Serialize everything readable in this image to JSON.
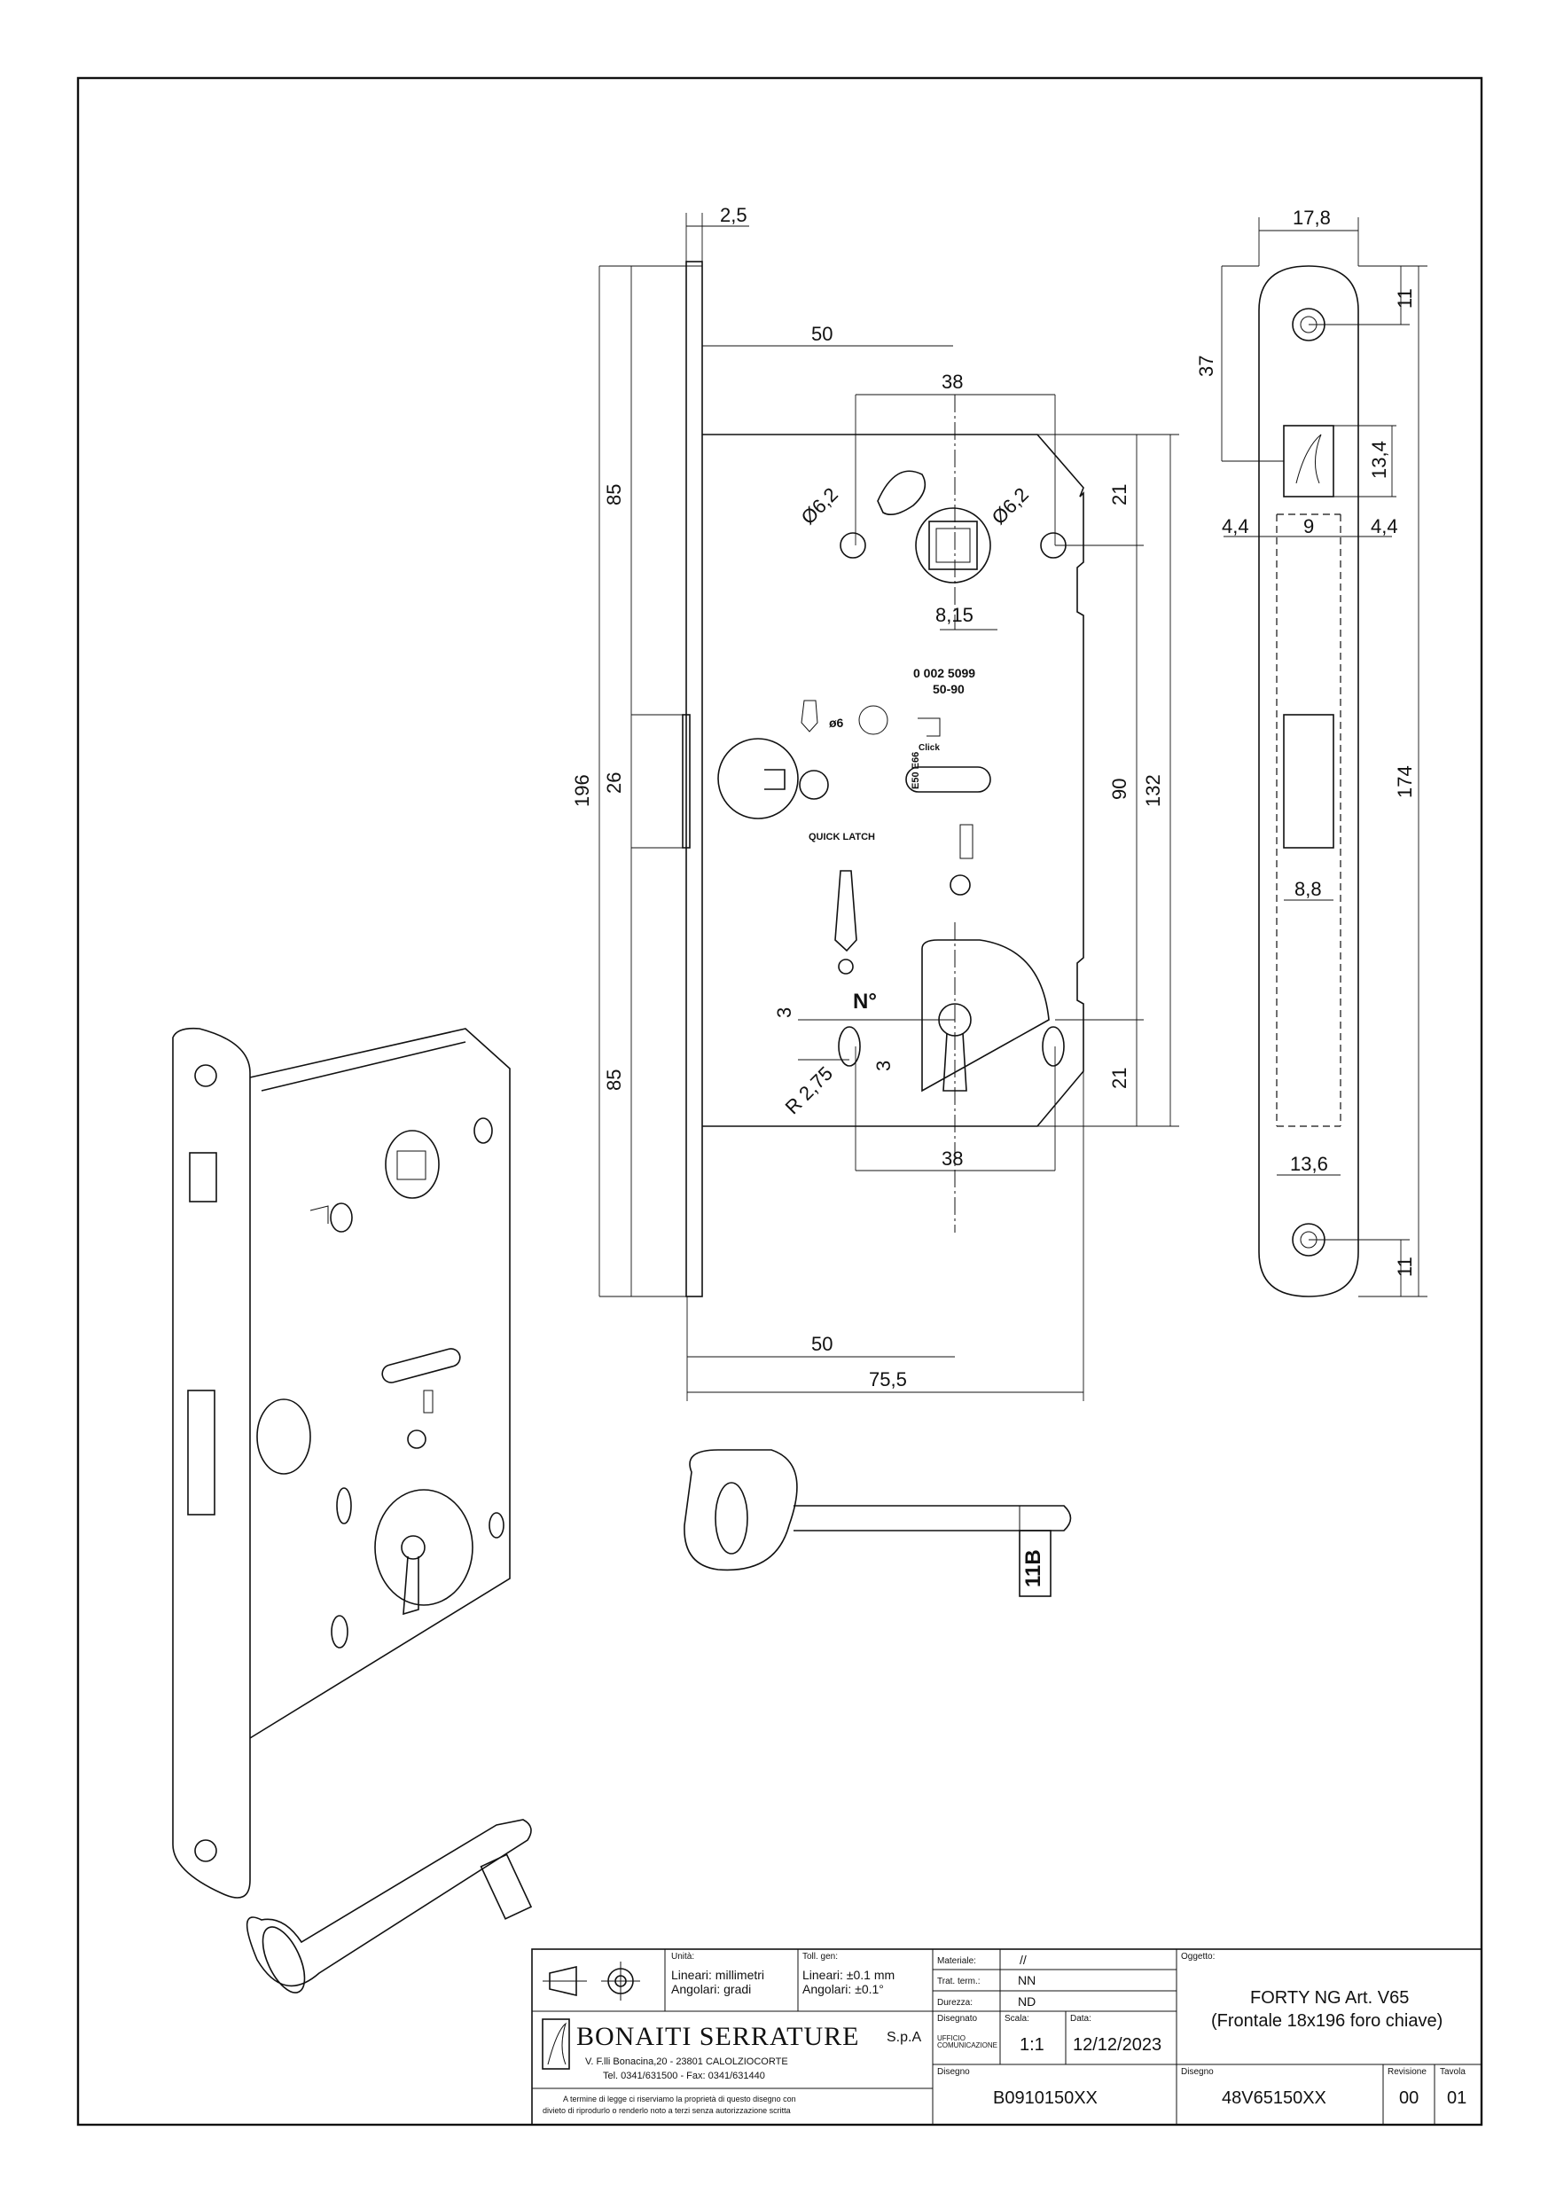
{
  "dimensions": {
    "d_2_5": "2,5",
    "d_50_top": "50",
    "d_38_top": "38",
    "d_phi62_left": "Ø6,2",
    "d_phi62_right": "Ø6,2",
    "d_815": "8,15",
    "d_85_top": "85",
    "d_196": "196",
    "d_26": "26",
    "d_85_bottom": "85",
    "d_21_top": "21",
    "d_90": "90",
    "d_132": "132",
    "d_21_bottom": "21",
    "d_3_a": "3",
    "d_3_b": "3",
    "d_r275": "R 2,75",
    "d_38_bottom": "38",
    "d_50_bottom": "50",
    "d_755": "75,5",
    "d_178": "17,8",
    "d_11_top": "11",
    "d_37": "37",
    "d_134": "13,4",
    "d_44_left": "4,4",
    "d_9": "9",
    "d_44_right": "4,4",
    "d_174": "174",
    "d_88": "8,8",
    "d_136": "13,6",
    "d_11_bottom": "11"
  },
  "lock_markings": {
    "code": "0  002  5099",
    "range": "50-90",
    "phi6": "ø6",
    "click": "Click",
    "quick_latch": "QUICK LATCH",
    "n_degree": "N°",
    "vertical_tag": "E50  E66"
  },
  "key_tag": "11B",
  "title_block": {
    "units_label": "Unità:",
    "units_linear": "Lineari: millimetri",
    "units_angular": "Angolari: gradi",
    "tol_label": "Toll. gen:",
    "tol_linear": "Lineari: ±0.1 mm",
    "tol_angular": "Angolari: ±0.1°",
    "material_label": "Materiale:",
    "material_value": "//",
    "treatment_label": "Trat. term.:",
    "treatment_value": "NN",
    "hardness_label": "Durezza:",
    "hardness_value": "ND",
    "drawn_label": "Disegnato",
    "drawn_value": "UFFICIO COMUNICAZIONE",
    "scale_label": "Scala:",
    "scale_value": "1:1",
    "date_label": "Data:",
    "date_value": "12/12/2023",
    "subject_label": "Oggetto:",
    "subject_line1": "FORTY NG Art. V65",
    "subject_line2": "(Frontale 18x196 foro chiave)",
    "company_name": "BONAITI SERRATURE",
    "company_suffix": "S.p.A",
    "address": "V. F.lli Bonacina,20 - 23801 CALOLZIOCORTE",
    "phone": "Tel. 0341/631500   -   Fax: 0341/631440",
    "legal_line1": "A termine di legge ci riserviamo la proprietà di questo disegno con",
    "legal_line2": "divieto di riprodurlo o renderlo noto a terzi senza autorizzazione scritta",
    "drawing1_label": "Disegno",
    "drawing1_value": "B0910150XX",
    "drawing2_label": "Disegno",
    "drawing2_value": "48V65150XX",
    "revision_label": "Revisione",
    "revision_value": "00",
    "sheet_label": "Tavola",
    "sheet_value": "01"
  }
}
